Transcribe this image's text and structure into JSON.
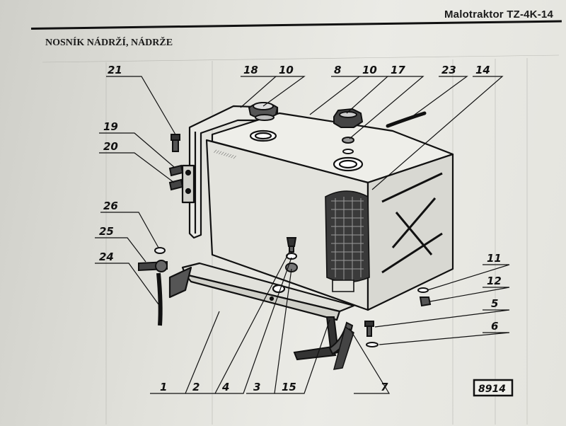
{
  "header": {
    "title": "Malotraktor TZ-4K-14",
    "section_title": "NOSNÍK NÁDRŽÍ, NÁDRŽE"
  },
  "figure": {
    "code": "8914",
    "callouts": {
      "n21": "21",
      "n18": "18",
      "n10a": "10",
      "n8": "8",
      "n10b": "10",
      "n17": "17",
      "n23": "23",
      "n14": "14",
      "n19": "19",
      "n20": "20",
      "n26": "26",
      "n25": "25",
      "n24": "24",
      "n11": "11",
      "n12": "12",
      "n5": "5",
      "n6": "6",
      "n1": "1",
      "n2": "2",
      "n4": "4",
      "n3": "3",
      "n15": "15",
      "n7": "7"
    }
  }
}
